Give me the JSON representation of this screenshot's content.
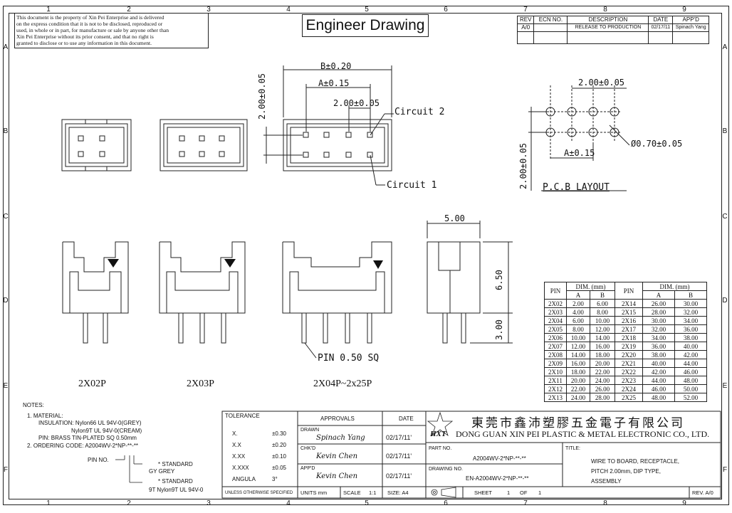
{
  "title": "Engineer Drawing",
  "disclaimer": [
    "This document is the property of Xin Pei Enterprise and is delivered",
    "on the express condition that it is not to be disclosed, reproduced or",
    "used, in whole or in part, for manufacture or sale by anyone other than",
    "Xin Pei Enterprise without its prior consent, and that no right is",
    "granted to disclose or to use any information in this document."
  ],
  "zones": {
    "columns": [
      "1",
      "2",
      "3",
      "4",
      "5",
      "6",
      "7",
      "8",
      "9"
    ],
    "rows": [
      "A",
      "B",
      "C",
      "D",
      "E",
      "F"
    ]
  },
  "revision": {
    "headers": [
      "REV",
      "ECN NO.",
      "DESCRIPTION",
      "DATE",
      "APP'D"
    ],
    "rows": [
      [
        "A/0",
        "",
        "RELEASE TO PRODUCTION",
        "02/17/11",
        "Spinach Yang"
      ]
    ]
  },
  "top_view": {
    "dim_height": "2.00±0.05",
    "dim_b": "B±0.20",
    "dim_a": "A±0.15",
    "dim_pitch": "2.00±0.05",
    "circuit2": "Circuit 2",
    "circuit1": "Circuit 1"
  },
  "pcb": {
    "dim_pitch": "2.00±0.05",
    "dim_a": "A±0.15",
    "dim_height": "2.00±0.05",
    "dim_hole": "Ø0.70±0.05",
    "label": "P.C.B LAYOUT"
  },
  "side": {
    "dim_width": "5.00",
    "dim_height": "6.50",
    "dim_pin": "3.00",
    "pin_note": "PIN 0.50 SQ"
  },
  "variants": [
    "2X02P",
    "2X03P",
    "2X04P~2x25P"
  ],
  "dim_table": {
    "header_pin": "PIN",
    "header_dim": "DIM. (mm)",
    "header_a": "A",
    "header_b": "B",
    "rows": [
      [
        "2X02",
        "2.00",
        "6.00",
        "2X14",
        "26.00",
        "30.00"
      ],
      [
        "2X03",
        "4.00",
        "8.00",
        "2X15",
        "28.00",
        "32.00"
      ],
      [
        "2X04",
        "6.00",
        "10.00",
        "2X16",
        "30.00",
        "34.00"
      ],
      [
        "2X05",
        "8.00",
        "12.00",
        "2X17",
        "32.00",
        "36.00"
      ],
      [
        "2X06",
        "10.00",
        "14.00",
        "2X18",
        "34.00",
        "38.00"
      ],
      [
        "2X07",
        "12.00",
        "16.00",
        "2X19",
        "36.00",
        "40.00"
      ],
      [
        "2X08",
        "14.00",
        "18.00",
        "2X20",
        "38.00",
        "42.00"
      ],
      [
        "2X09",
        "16.00",
        "20.00",
        "2X21",
        "40.00",
        "44.00"
      ],
      [
        "2X10",
        "18.00",
        "22.00",
        "2X22",
        "42.00",
        "46.00"
      ],
      [
        "2X11",
        "20.00",
        "24.00",
        "2X23",
        "44.00",
        "48.00"
      ],
      [
        "2X12",
        "22.00",
        "26.00",
        "2X24",
        "46.00",
        "50.00"
      ],
      [
        "2X13",
        "24.00",
        "28.00",
        "2X25",
        "48.00",
        "52.00"
      ]
    ]
  },
  "notes": {
    "heading": "NOTES:",
    "material": "1. MATERIAL:",
    "insulation": "INSULATION: Nylon66 UL 94V-0(GREY)",
    "insulation2": "Nylon9T UL 94V-0(CREAM)",
    "pin": "PIN: BRASS TIN-PLATED SQ 0.50mm",
    "ordering": "2. ORDERING CODE: A2004WV-2*NP-**-**",
    "pin_no": "PIN NO.",
    "std1": "* STANDARD",
    "gy": "GY GREY",
    "std2": "* STANDARD",
    "nine_t": "9T  Nylon9T UL 94V-0"
  },
  "tolerance": {
    "heading": "TOLERANCE",
    "rows": [
      [
        "X.",
        "±0.30"
      ],
      [
        "X.X",
        "±0.20"
      ],
      [
        "X.XX",
        "±0.10"
      ],
      [
        "X.XXX",
        "±0.05"
      ],
      [
        "ANGULA",
        "3°"
      ]
    ],
    "footer": "UNLESS OTHERWISE SPECIFIED"
  },
  "approvals": {
    "heading": "APPROVALS",
    "date_heading": "DATE",
    "drawn_label": "DRAWN",
    "drawn_name": "Spinach Yang",
    "drawn_date": "02/17/11'",
    "chkd_label": "CHK'D",
    "chkd_name": "Kevin Chen",
    "chkd_date": "02/17/11'",
    "appd_label": "APP'D",
    "appd_name": "Kevin Chen",
    "appd_date": "02/17/11'",
    "units": "UNITS mm",
    "scale_label": "SCALE",
    "scale": "1:1",
    "size": "SIZE: A4"
  },
  "company": {
    "logo": "HXT",
    "chinese": "東莞市鑫沛塑膠五金電子有限公司",
    "english": "DONG GUAN XIN PEI PLASTIC & METAL ELECTRONIC CO., LTD."
  },
  "part": {
    "part_label": "PART NO.",
    "part_no": "A2004WV-2*NP-**-**",
    "drawing_label": "DRAWING NO.",
    "drawing_no": "EN-A2004WV-2*NP-**-**",
    "sheet_label": "SHEET",
    "sheet": "1",
    "of_label": "OF",
    "of": "1",
    "title_label": "TITLE:",
    "title_lines": [
      "WIRE TO BOARD, RECEPTACLE,",
      "PITCH 2.00mm, DIP TYPE,",
      "ASSEMBLY"
    ],
    "rev": "REV. A/0"
  }
}
